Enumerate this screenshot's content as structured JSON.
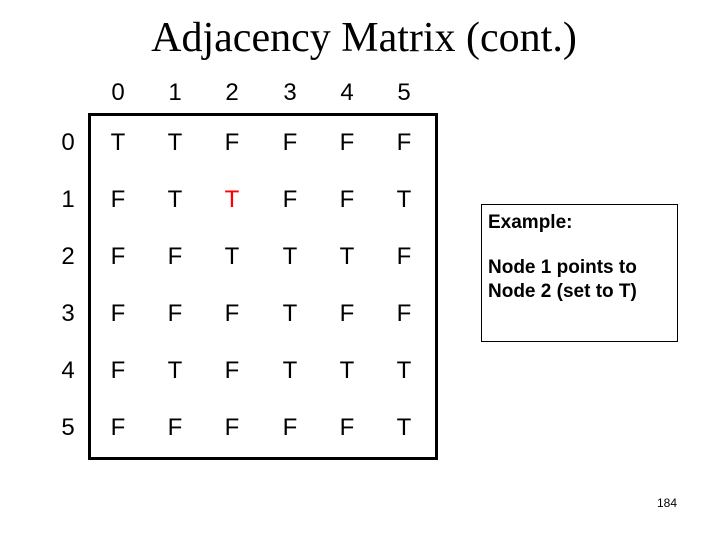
{
  "slide": {
    "title": "Adjacency Matrix (cont.)",
    "page_number": "184"
  },
  "matrix": {
    "column_headers": [
      "0",
      "1",
      "2",
      "3",
      "4",
      "5"
    ],
    "row_headers": [
      "0",
      "1",
      "2",
      "3",
      "4",
      "5"
    ],
    "rows": [
      [
        "T",
        "T",
        "F",
        "F",
        "F",
        "F"
      ],
      [
        "F",
        "T",
        "T",
        "F",
        "F",
        "T"
      ],
      [
        "F",
        "F",
        "T",
        "T",
        "T",
        "F"
      ],
      [
        "F",
        "F",
        "F",
        "T",
        "F",
        "F"
      ],
      [
        "F",
        "T",
        "F",
        "T",
        "T",
        "T"
      ],
      [
        "F",
        "F",
        "F",
        "F",
        "F",
        "T"
      ]
    ],
    "highlight_cell": {
      "row": 1,
      "col": 2,
      "color": "#ff0000"
    }
  },
  "example_box": {
    "label": "Example:",
    "text": "Node 1 points to Node 2 (set to T)"
  }
}
